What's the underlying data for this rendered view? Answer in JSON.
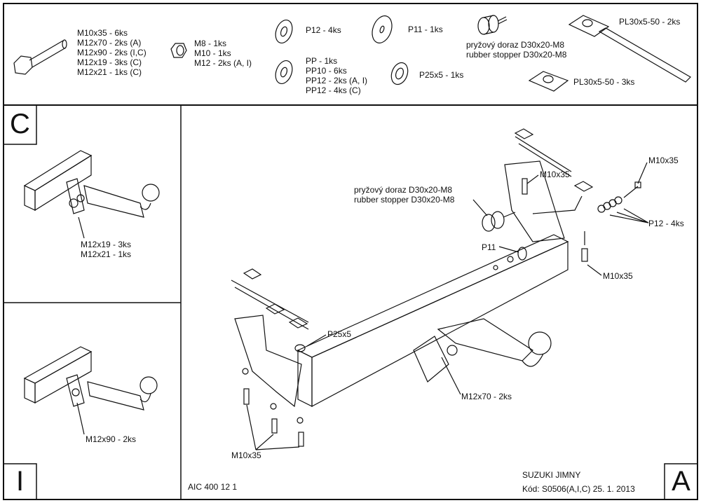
{
  "parts": {
    "bolts": [
      "M10x35 - 6ks",
      "M12x70 - 2ks (A)",
      "M12x90 - 2ks (I,C)",
      "M12x19 - 3ks (C)",
      "M12x21 - 1ks (C)"
    ],
    "nuts": [
      "M8 - 1ks",
      "M10 - 1ks",
      "M12 - 2ks (A, I)"
    ],
    "washer_p12": "P12 - 4ks",
    "washers_pp": [
      "PP - 1ks",
      "PP10 - 6ks",
      "PP12 - 2ks (A, I)",
      "PP12 - 4ks (C)"
    ],
    "washer_p11": "P11 - 1ks",
    "washer_p25": "P25x5 - 1ks",
    "stopper": [
      "pryžový doraz D30x20-M8",
      "rubber stopper D30x20-M8"
    ],
    "plate_strap": "PL30x5-50 - 2ks",
    "plate": "PL30x5-50 - 3ks"
  },
  "panel_c": {
    "letter": "C",
    "labels": [
      "M12x19 - 3ks",
      "M12x21 - 1ks"
    ]
  },
  "panel_i": {
    "letter": "I",
    "label": "M12x90 - 2ks"
  },
  "main": {
    "letter": "A",
    "stopper": [
      "pryžový doraz D30x20-M8",
      "rubber stopper D30x20-M8"
    ],
    "m10_top": "M10x35",
    "m10_right": "M10x35",
    "p12": "P12 - 4ks",
    "p11": "P11",
    "m10_lower_right": "M10x35",
    "p25": "P25x5",
    "m12x70": "M12x70 - 2ks",
    "m10_bottom": "M10x35"
  },
  "footer": {
    "drawing_no": "AIC 400 12 1",
    "vehicle": "SUZUKI JIMNY",
    "code": "Kód: S0506(A,I,C)  25. 1. 2013"
  }
}
